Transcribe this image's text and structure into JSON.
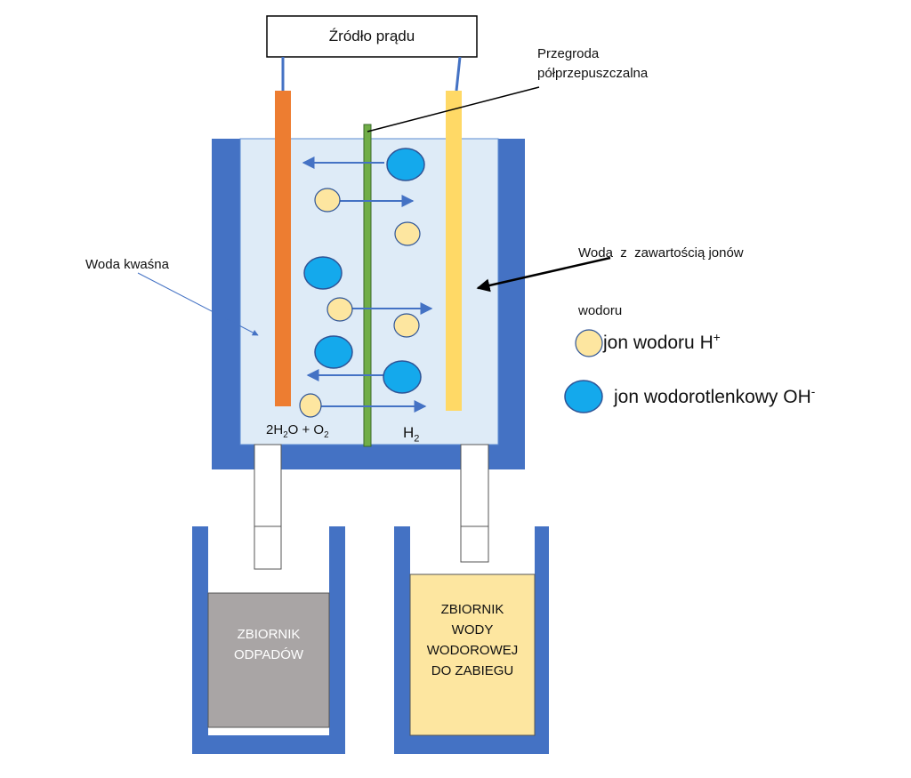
{
  "power_source": {
    "label": "Źródło prądu"
  },
  "labels": {
    "membrane_line1": "Przegroda",
    "membrane_line2": "półprzepuszczalna",
    "acidic_water": "Woda kwaśna",
    "hydrogen_water_line1": "Woda  z  zawartością jonów",
    "hydrogen_water_line2": "wodoru"
  },
  "formulas": {
    "left": {
      "coef": "2H",
      "sub1": "2",
      "mid": "O + O",
      "sub2": "2"
    },
    "right": {
      "base": "H",
      "sub": "2"
    }
  },
  "legend": {
    "h_ion": {
      "text": "jon wodoru  H",
      "sup": "+",
      "color": "#fde6a0"
    },
    "oh_ion": {
      "text": "jon wodorotlenkowy OH",
      "sup": "-",
      "color": "#14a9ec"
    }
  },
  "tanks": {
    "waste": {
      "line1": "ZBIORNIK",
      "line2": "ODPADÓW",
      "color": "#a9a5a5"
    },
    "hydrogen": {
      "line1": "ZBIORNIK",
      "line2": "WODY",
      "line3": "WODOROWEJ",
      "line4": "DO ZABIEGU",
      "color": "#fde6a0"
    }
  },
  "colors": {
    "container": "#4472c4",
    "water": "#deebf7",
    "anode": "#ed7d31",
    "cathode": "#ffd966",
    "membrane": "#70ad47",
    "arrows": "#4472c4"
  }
}
